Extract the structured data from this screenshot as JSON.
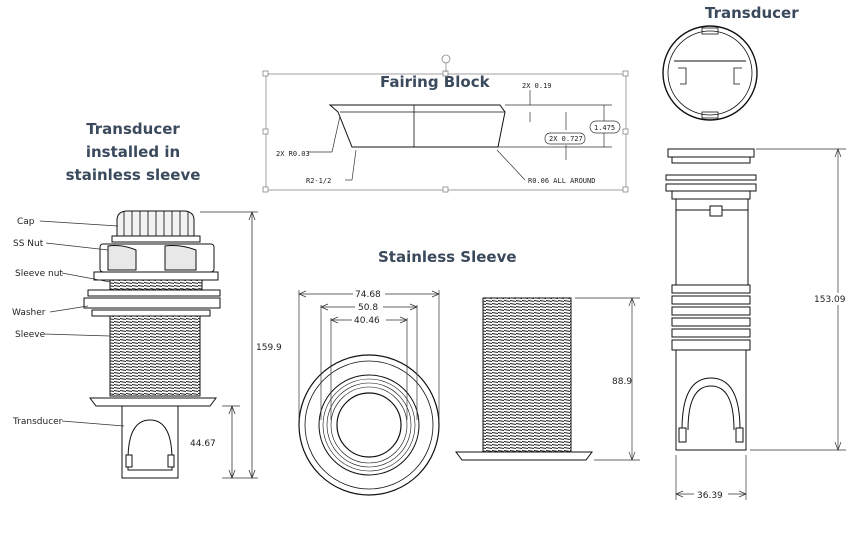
{
  "titles": {
    "installed": "Transducer installed in stainless sleeve",
    "fairing": "Fairing Block",
    "sleeve": "Stainless Sleeve",
    "transducer": "Transducer"
  },
  "installed_labels": {
    "cap": "Cap",
    "ss_nut": "SS Nut",
    "sleeve_nut": "Sleeve nut",
    "washer": "Washer",
    "sleeve": "Sleeve",
    "transducer": "Transducer"
  },
  "installed_dims": {
    "overall": "159.9",
    "transducer_height": "44.67"
  },
  "fairing_dims": {
    "top": "2X 0.19",
    "height": "1.475",
    "width": "2X 0.727",
    "left_radius": "2X R0.03",
    "bottom_radius": "R2-1/2",
    "around": "R0.06 ALL AROUND"
  },
  "sleeve_dims": {
    "outer": "74.68",
    "middle": "50.8",
    "inner": "40.46",
    "height": "88.9"
  },
  "transducer_dims": {
    "height": "153.09",
    "width": "36.39"
  }
}
